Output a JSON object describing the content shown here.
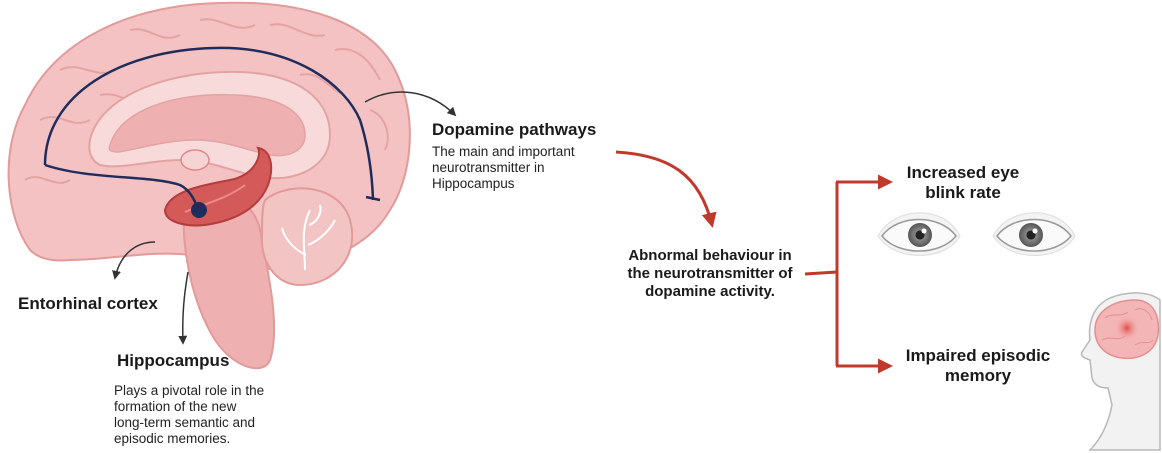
{
  "labels": {
    "dopamine": {
      "title": "Dopamine pathways",
      "desc": [
        "The main and important",
        "neurotransmitter in",
        "Hippocampus"
      ]
    },
    "entorhinal": {
      "title": "Entorhinal cortex"
    },
    "hippocampus": {
      "title": "Hippocampus",
      "desc": [
        "Plays a pivotal role  in the",
        "formation of  the new",
        "long-term semantic and",
        "episodic  memories."
      ]
    },
    "center": [
      "Abnormal behaviour in",
      "the neurotransmitter of",
      "dopamine activity."
    ],
    "outcomes": [
      {
        "lines": [
          "Increased eye",
          "blink rate"
        ]
      },
      {
        "lines": [
          "Impaired episodic",
          "memory"
        ]
      }
    ]
  },
  "colors": {
    "brain_fill": "#f4c2c2",
    "brain_light": "#f9dada",
    "brain_dark": "#e79e9e",
    "brainstem": "#eeb0b0",
    "hippocampus": "#d45a5a",
    "pathway": "#1f2d5c",
    "red_arrow": "#c0392b",
    "dark_arrow": "#333333",
    "skin": "#f2f2f2"
  },
  "icons": [
    "brain-sagittal-icon",
    "eyes-icon",
    "head-brain-icon"
  ]
}
